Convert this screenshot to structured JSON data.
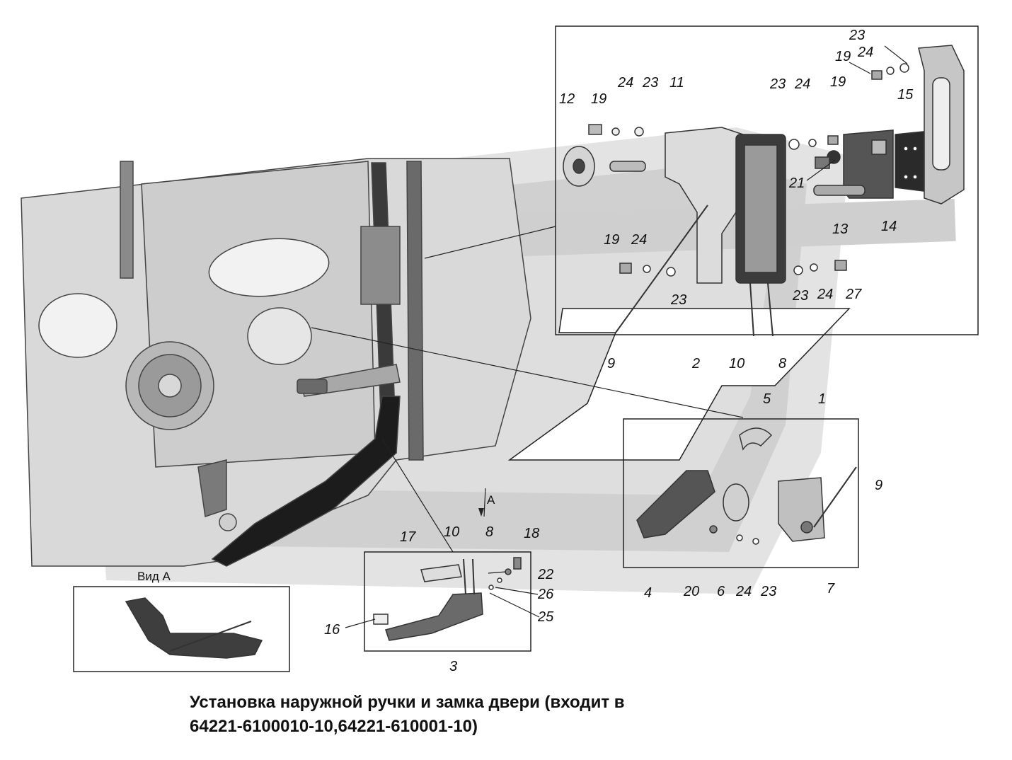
{
  "caption": {
    "line1": "Установка наружной ручки и замка двери (входит в",
    "line2": "64221-6100010-10,64221-610001-10)"
  },
  "view_a": {
    "title": "Вид А",
    "arrow_label": "А"
  },
  "callouts": {
    "c1": "1",
    "c2": "2",
    "c3": "3",
    "c4": "4",
    "c5": "5",
    "c6": "6",
    "c7": "7",
    "c8": "8",
    "c9": "9",
    "c10": "10",
    "c11": "11",
    "c12": "12",
    "c13": "13",
    "c14": "14",
    "c15": "15",
    "c16": "16",
    "c17": "17",
    "c18": "18",
    "c19": "19",
    "c20": "20",
    "c21": "21",
    "c22": "22",
    "c23": "23",
    "c24": "24",
    "c25": "25",
    "c26": "26",
    "c27": "27"
  }
}
